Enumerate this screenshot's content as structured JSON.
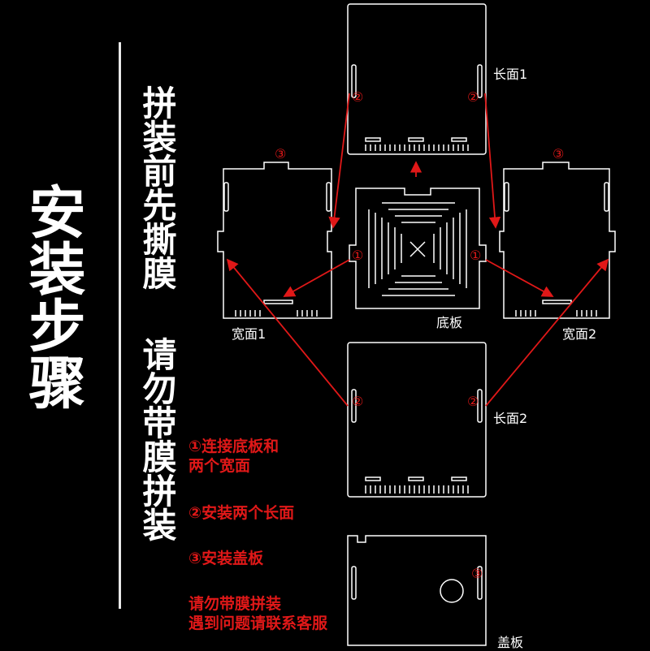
{
  "title": "安装步骤",
  "instructions_col1": "拼装前先撕膜",
  "instructions_col2": "请勿带膜拼装",
  "notes": {
    "step1": "①连接底板和两个宽面",
    "step1_line1": "①连接底板和",
    "step1_line2": "两个宽面",
    "step2": "②安装两个长面",
    "step3": "③安装盖板",
    "warning_line1": "请勿带膜拼装",
    "warning_line2": "遇到问题请联系客服"
  },
  "panels": {
    "long1": "长面1",
    "long2": "长面2",
    "wide1": "宽面1",
    "wide2": "宽面2",
    "base": "底板",
    "lid": "盖板"
  },
  "step_markers": {
    "one": "①",
    "two": "②",
    "three": "③"
  },
  "colors": {
    "background": "#000000",
    "panel_outline": "#ffffff",
    "accent_red": "#e01818"
  }
}
